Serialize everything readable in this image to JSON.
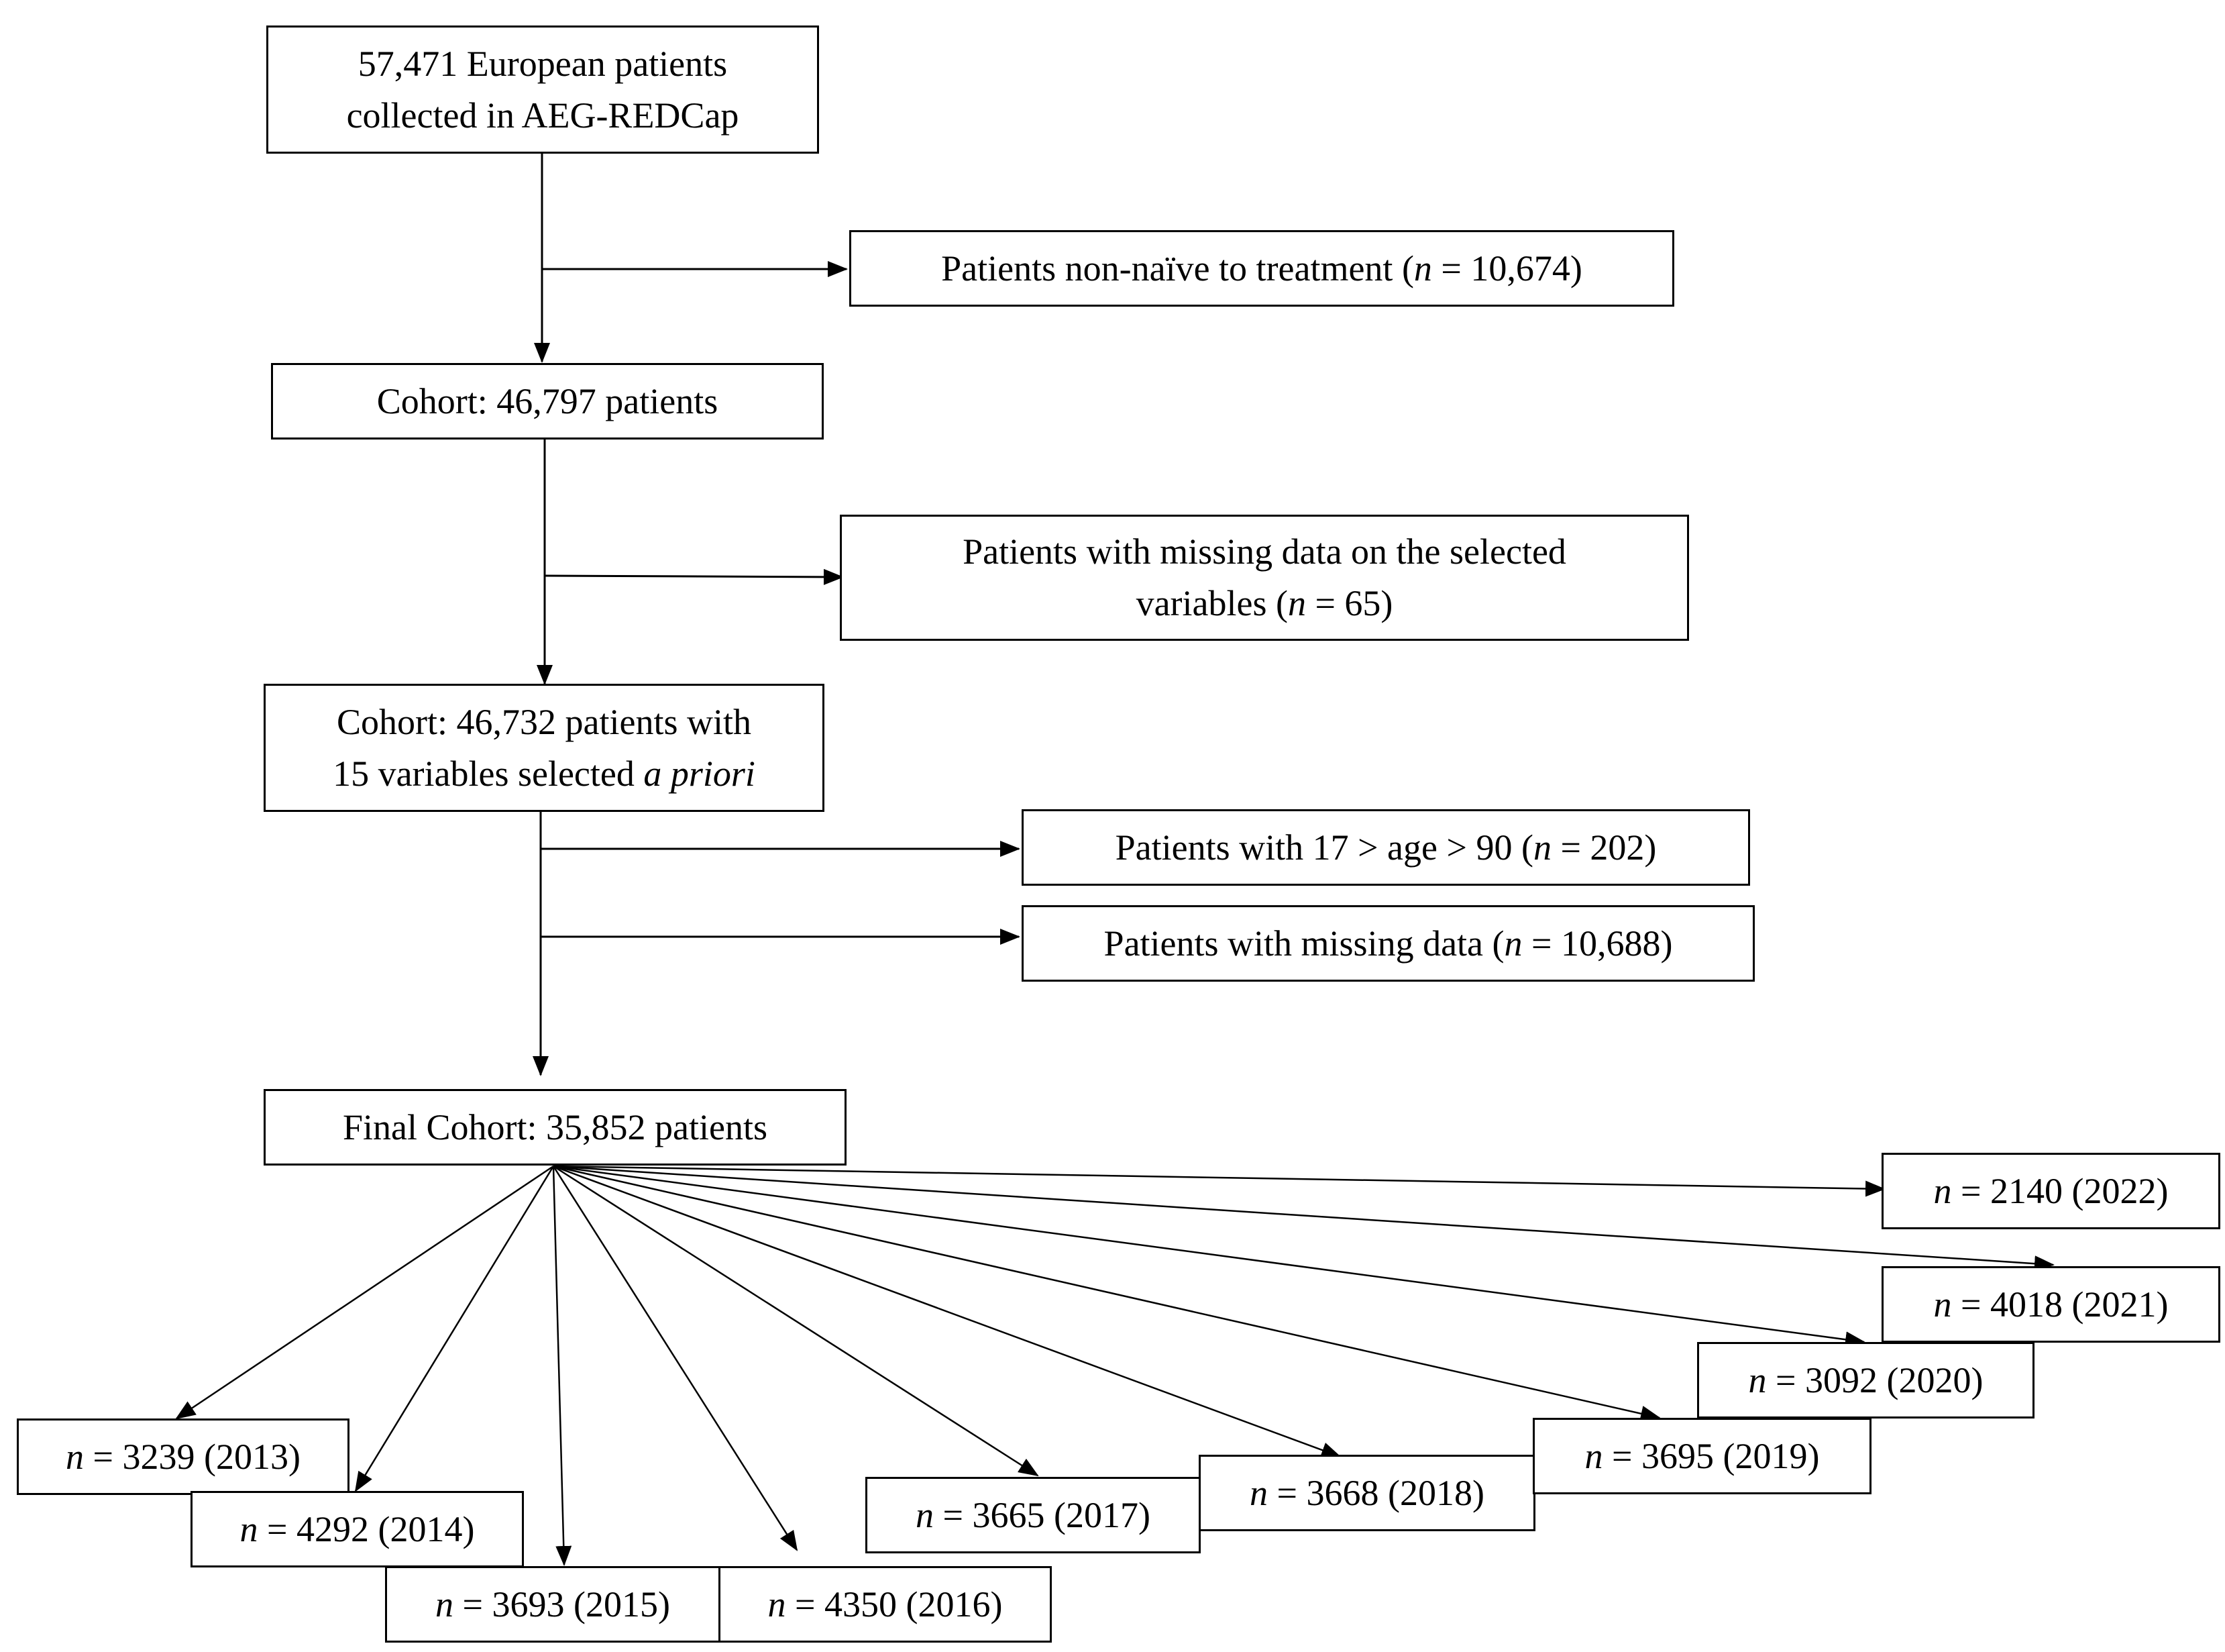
{
  "boxes": {
    "source": {
      "line1": "57,471 European patients",
      "line2": "collected in AEG-REDCap"
    },
    "excluded_non_naive": {
      "text": "Patients non-naïve to treatment (",
      "n_symbol": "n",
      "n_text": " = 10,674)"
    },
    "cohort1": {
      "text": "Cohort: 46,797 patients"
    },
    "excluded_missing_selected": {
      "line1": "Patients with missing data on the selected",
      "line2_a": "variables (",
      "n_symbol": "n",
      "line2_b": " = 65)"
    },
    "cohort2": {
      "line1": "Cohort: 46,732 patients with",
      "line2_a": "15 variables selected ",
      "line2_italic": "a priori"
    },
    "excluded_age": {
      "text": "Patients with 17 > age > 90 (",
      "n_symbol": "n",
      "n_text": " = 202)"
    },
    "excluded_missing": {
      "text": "Patients with missing data (",
      "n_symbol": "n",
      "n_text": " = 10,688)"
    },
    "final": {
      "text": "Final Cohort: 35,852 patients"
    }
  },
  "years": [
    {
      "n_symbol": "n",
      "text": " = 3239 (2013)"
    },
    {
      "n_symbol": "n",
      "text": " = 4292 (2014)"
    },
    {
      "n_symbol": "n",
      "text": " = 3693 (2015)"
    },
    {
      "n_symbol": "n",
      "text": " = 4350 (2016)"
    },
    {
      "n_symbol": "n",
      "text": " = 3665 (2017)"
    },
    {
      "n_symbol": "n",
      "text": " = 3668 (2018)"
    },
    {
      "n_symbol": "n",
      "text": " = 3695 (2019)"
    },
    {
      "n_symbol": "n",
      "text": " = 3092 (2020)"
    },
    {
      "n_symbol": "n",
      "text": " = 4018 (2021)"
    },
    {
      "n_symbol": "n",
      "text": " = 2140 (2022)"
    }
  ],
  "colors": {
    "line": "#000000",
    "box_border": "#000000",
    "background": "#ffffff"
  }
}
